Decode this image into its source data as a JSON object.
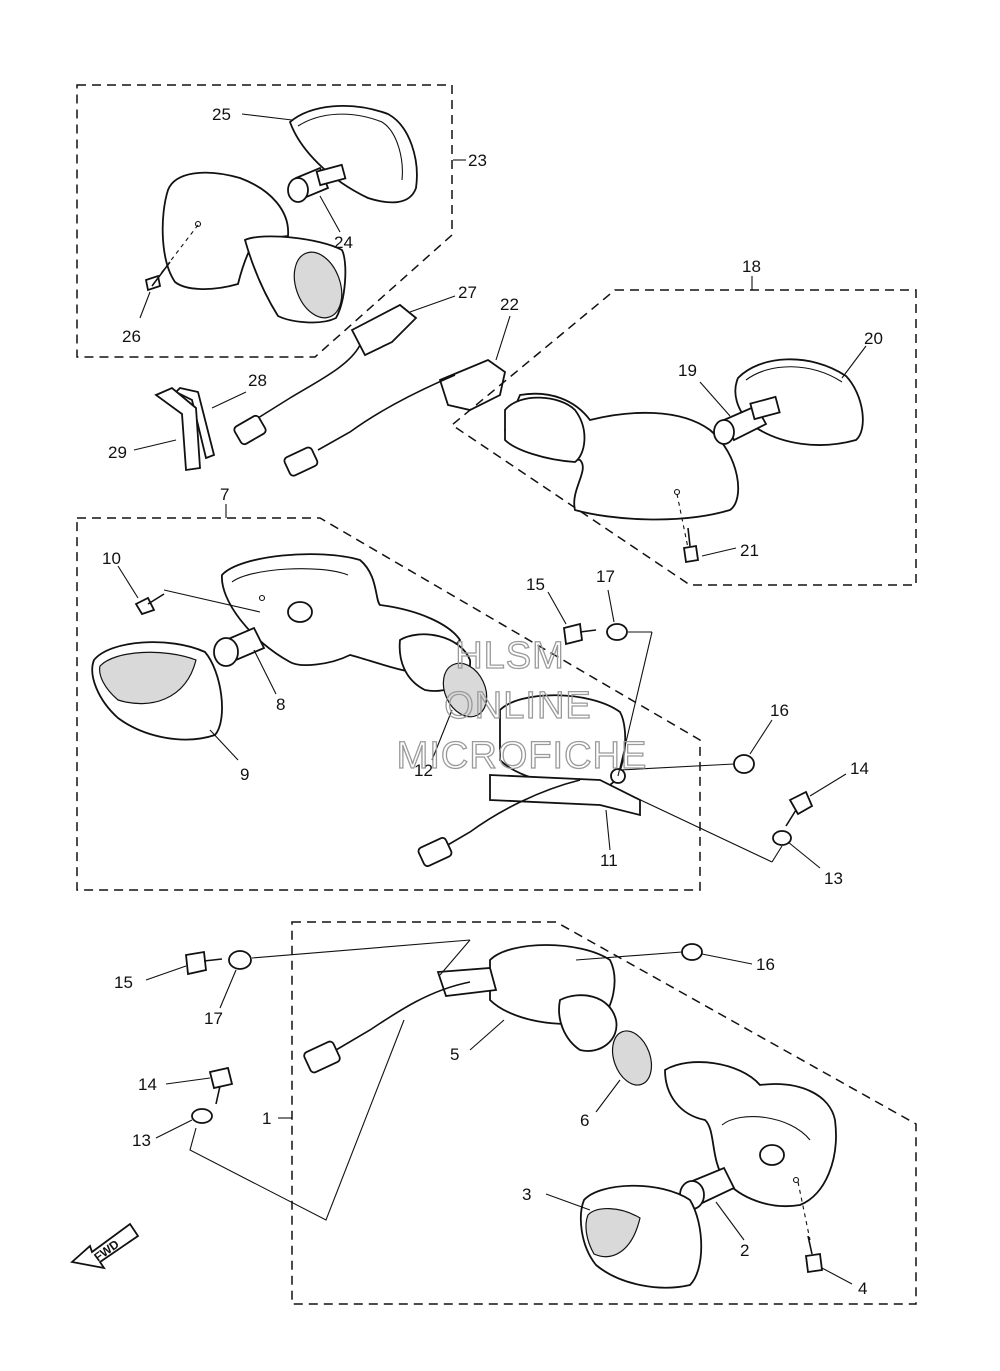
{
  "labels": {
    "p1": "1",
    "p2": "2",
    "p3": "3",
    "p4": "4",
    "p5": "5",
    "p6": "6",
    "p7": "7",
    "p8": "8",
    "p9": "9",
    "p10": "10",
    "p11": "11",
    "p12": "12",
    "p13a": "13",
    "p13b": "13",
    "p14a": "14",
    "p14b": "14",
    "p15a": "15",
    "p15b": "15",
    "p16a": "16",
    "p16b": "16",
    "p17a": "17",
    "p17b": "17",
    "p18": "18",
    "p19": "19",
    "p20": "20",
    "p21": "21",
    "p22": "22",
    "p23": "23",
    "p24": "24",
    "p25": "25",
    "p26": "26",
    "p27": "27",
    "p28": "28",
    "p29": "29"
  },
  "watermark": {
    "line1": "HLSM",
    "line2": "ONLINE",
    "line3": "MICROFICHE"
  },
  "direction_marker": "FWD"
}
